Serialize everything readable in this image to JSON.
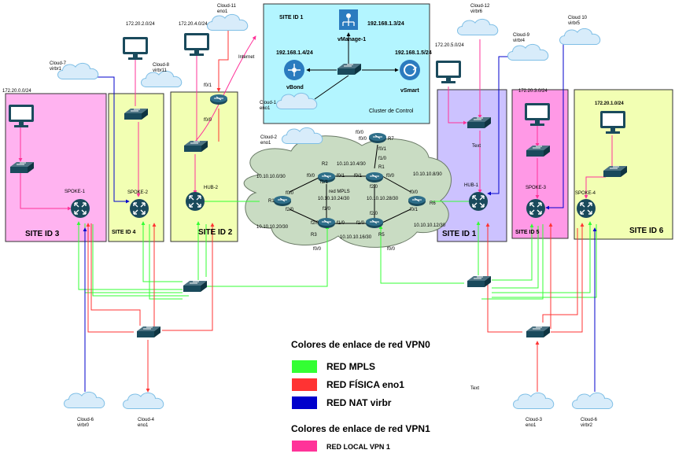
{
  "colors": {
    "mpls": "#33ff33",
    "physical": "#ff3333",
    "nat": "#0000cc",
    "vpn1": "#ff3399",
    "site_pink": "#ffb3f0",
    "site_yellow": "#f2ffb3",
    "site_purple": "#ccc2ff",
    "control_cyan": "#b3f5ff",
    "mpls_cloud": "#c9dcc3",
    "device_dark": "#1a4a5c",
    "device_blue": "#2b7bbf"
  },
  "icons": {
    "monitor": "monitor-icon",
    "switch": "switch-icon",
    "router": "router-icon",
    "cloud": "cloud-icon",
    "vmanage": "vmanage-icon",
    "vbond": "vbond-icon",
    "vsmart": "vsmart-icon"
  },
  "sites": {
    "site3": "SITE ID  3",
    "site4": "SITE ID 4",
    "site2": "SITE ID 2",
    "site1": "SITE ID 1",
    "site5": "SITE ID  5",
    "site6": "SITE ID 6",
    "control": "SITE ID 1"
  },
  "control": {
    "vmanage": "vManage-1",
    "vmanage_ip": "192.168.1.3/24",
    "vbond": "vBond",
    "vbond_ip": "192.168.1.4/24",
    "vsmart": "vSmart",
    "vsmart_ip": "192.168.1.5/24",
    "cluster": "Cluster de Control"
  },
  "nodes": {
    "spoke1": "SPOKE-1",
    "spoke2": "SPOKE-2",
    "hub2": "HUB-2",
    "hub1": "HUB-1",
    "spoke3": "SPOKE-3",
    "spoke4": "SPOKE-4",
    "r1": "R1",
    "r2": "R2",
    "r3": "R3",
    "r5": "R5",
    "r6": "R6",
    "r7": "R7"
  },
  "subnets": {
    "s3": "172.20.0.0/24",
    "s4": "172.20.2.0/24",
    "s2": "172.20.4.0/24",
    "s1": "172.20.5.0/24",
    "s5": "172.20.3.0/24",
    "s6": "172.20.1.0/24"
  },
  "clouds": {
    "c7": [
      "Cloud-7",
      "virbr1"
    ],
    "c8": [
      "Cloud-8",
      "virbr11"
    ],
    "c11": [
      "Cloud-11",
      "eno1"
    ],
    "c1": [
      "Cloud-1",
      "eno1"
    ],
    "c2": [
      "Cloud-2",
      "eno1"
    ],
    "c12": [
      "Cloud-12",
      "virbr6"
    ],
    "c9": [
      "Cloud-9",
      "virbr4"
    ],
    "c10": [
      "Cloud 10",
      "virbr5"
    ],
    "c6l": [
      "Cloud-6",
      "virbr0"
    ],
    "c4": [
      "Cloud-4",
      "eno1"
    ],
    "c3": [
      "Cloud-3",
      "eno1"
    ],
    "c6r": [
      "Cloud-6",
      "virbr2"
    ]
  },
  "mpls": {
    "label": "red MPLS",
    "internet": "Internet",
    "text1": "Text",
    "text2": "Text",
    "links": [
      "10.10.10.0/30",
      "10.10.10.4/30",
      "10.10.10.8/30",
      "10.10.10.24/30",
      "10.10.10.28/30",
      "10.10.10.20/30",
      "10.10.10.16/30",
      "10.10.10.12/30"
    ],
    "ifaces": {
      "f00": "f0/0",
      "f01": "f0/1",
      "f10": "f1/0",
      "f20": "f2/0",
      "f11": "f1/1"
    }
  },
  "legend": {
    "vpn0_title": "Colores de enlace de red VPN0",
    "mpls": "RED MPLS",
    "physical": "RED FÍSICA eno1",
    "nat": "RED NAT virbr",
    "vpn1_title": "Colores de enlace de red VPN1",
    "vpn1": "RED LOCAL VPN 1"
  }
}
